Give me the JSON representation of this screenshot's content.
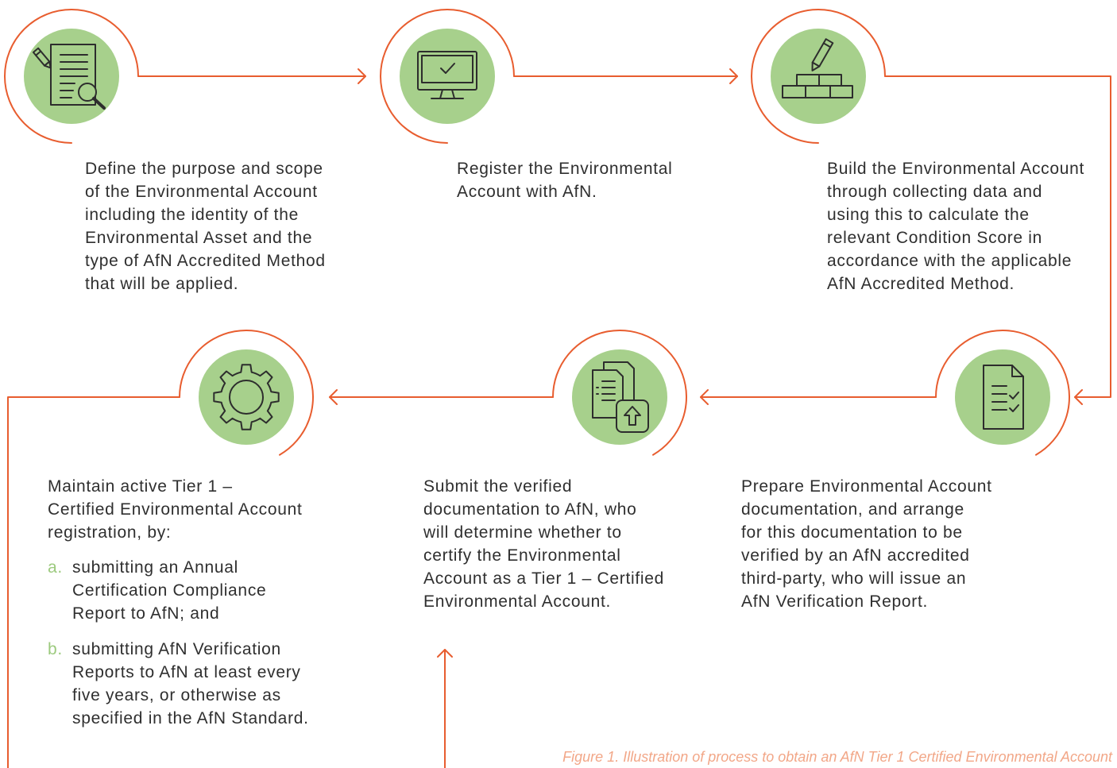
{
  "colors": {
    "accent": "#e85d2f",
    "circle_fill": "#a7d08c",
    "list_marker": "#9cca7e",
    "body_text": "#2f2f2f",
    "caption": "#f2a788"
  },
  "steps": [
    {
      "icon": "document-edit-search-icon",
      "lines": [
        "Define the purpose and scope",
        "of the Environmental Account",
        "including the identity of the",
        "Environmental Asset and the",
        "type of AfN Accredited Method",
        "that will be applied."
      ]
    },
    {
      "icon": "monitor-check-icon",
      "lines": [
        "Register the Environmental",
        "Account with AfN."
      ]
    },
    {
      "icon": "pencil-bricks-icon",
      "lines": [
        "Build the Environmental Account",
        "through collecting data and",
        "using this to calculate the",
        "relevant Condition Score in",
        "accordance with the applicable",
        "AfN Accredited Method."
      ]
    },
    {
      "icon": "document-checklist-icon",
      "lines": [
        "Prepare Environmental Account",
        "documentation, and arrange",
        "for this documentation to be",
        "verified by an AfN accredited",
        "third-party, who will issue an",
        "AfN Verification Report."
      ]
    },
    {
      "icon": "documents-upload-icon",
      "lines": [
        "Submit the verified",
        "documentation to AfN, who",
        "will determine whether to",
        "certify the Environmental",
        "Account as a Tier 1 – Certified",
        "Environmental Account."
      ]
    },
    {
      "icon": "gear-icon",
      "lines": [
        "Maintain active Tier 1 –",
        "Certified Environmental Account",
        "registration, by:"
      ],
      "items": [
        {
          "marker": "a.",
          "lines": [
            "submitting an Annual",
            "Certification Compliance",
            "Report to AfN; and"
          ]
        },
        {
          "marker": "b.",
          "lines": [
            "submitting AfN Verification",
            "Reports to AfN at least every",
            "five years, or otherwise as",
            "specified in the AfN Standard."
          ]
        }
      ]
    }
  ],
  "caption": "Figure 1. Illustration of process to obtain an AfN Tier 1 Certified Environmental Account"
}
